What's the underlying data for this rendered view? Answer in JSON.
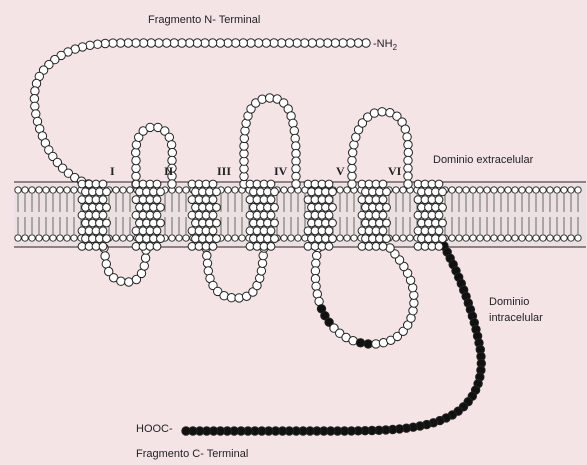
{
  "labels": {
    "n_terminal": "Fragmento N- Terminal",
    "nh2_prefix": "-NH",
    "nh2_sub": "2",
    "extracellular": "Dominio extracelular",
    "intracellular_line1": "Dominio",
    "intracellular_line2": "intracelular",
    "hooc": "HOOC-",
    "c_terminal": "Fragmento C- Terminal"
  },
  "segments": [
    "I",
    "II",
    "III",
    "IV",
    "V",
    "VI"
  ],
  "colors": {
    "background": "#f5e4e6",
    "bead_fill": "#ffffff",
    "bead_stroke": "#222222",
    "filled_bead": "#111111"
  }
}
